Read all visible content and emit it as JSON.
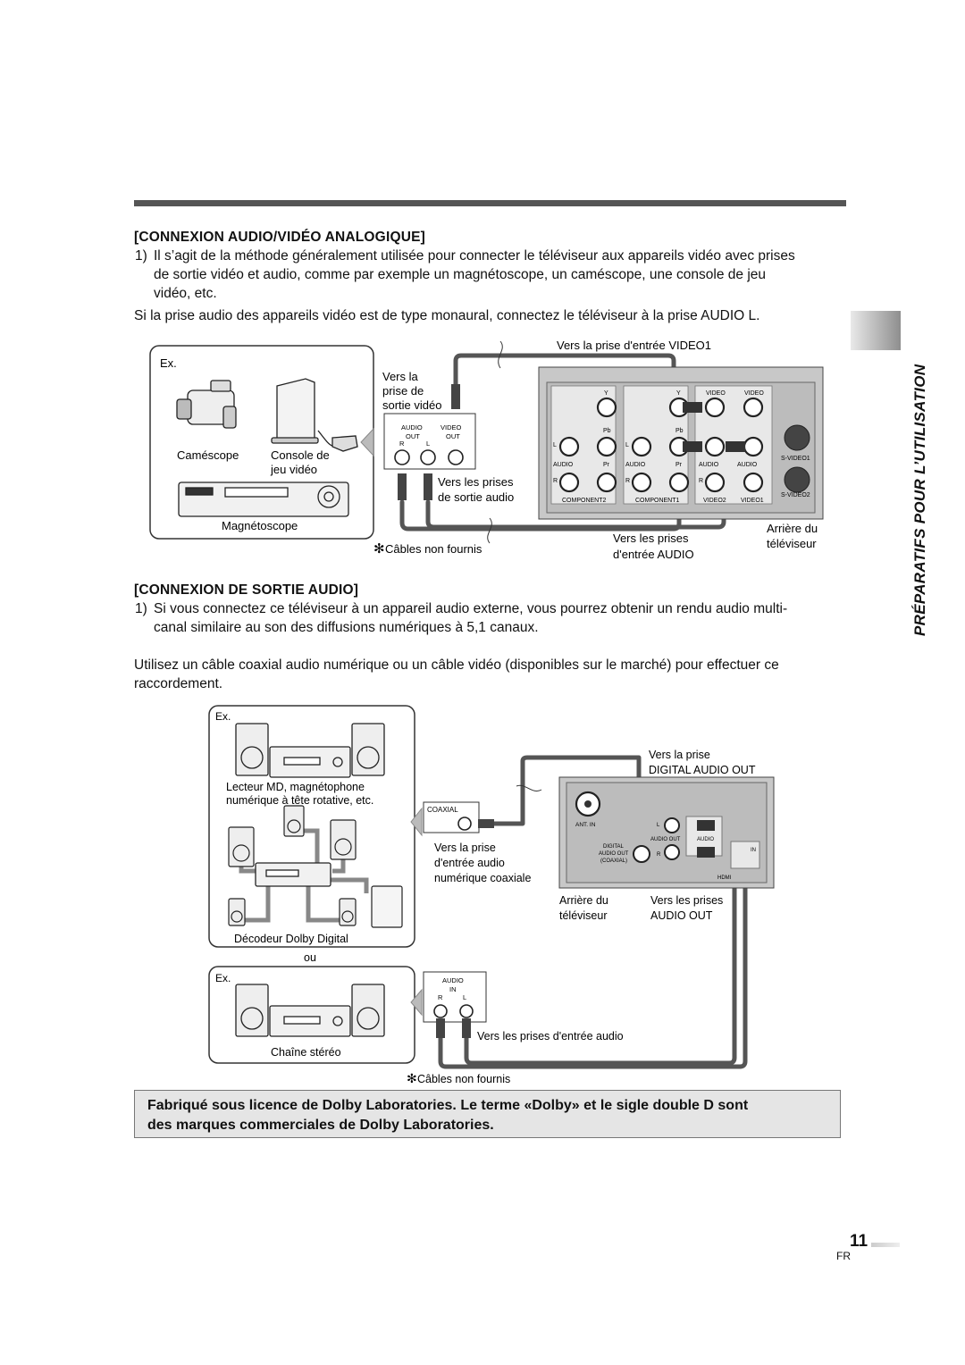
{
  "page": {
    "number": "11",
    "lang": "FR"
  },
  "side_title": "PRÉPARATIFS POUR L’UTILISATION",
  "section1": {
    "heading": "[CONNEXION AUDIO/VIDÉO ANALOGIQUE]",
    "item_num": "1)",
    "item_text_l1": "Il s’agit de la méthode généralement utilisée pour connecter le téléviseur aux appareils vidéo avec prises",
    "item_text_l2": "de sortie vidéo et audio, comme par exemple un magnétoscope, un caméscope, une console de jeu",
    "item_text_l3": "vidéo, etc.",
    "note": "Si la prise audio des appareils vidéo est de type monaural, connectez le téléviseur à la prise AUDIO L."
  },
  "diagram1": {
    "ex": "Ex.",
    "camescope": "Caméscope",
    "console_l1": "Console de",
    "console_l2": "jeu vidéo",
    "magnetoscope": "Magnétoscope",
    "vers_la": "Vers la",
    "prise_de": "prise de",
    "sortie_video": "sortie vidéo",
    "jack_audio": "AUDIO",
    "jack_video": "VIDEO",
    "jack_out1": "OUT",
    "jack_out2": "OUT",
    "jack_r": "R",
    "jack_l": "L",
    "vers_prises_l1": "Vers les prises",
    "vers_prises_l2": "de sortie audio",
    "cables": "Câbles non fournis",
    "entree_video1": "Vers la prise d'entrée VIDEO1",
    "entree_audio_l1": "Vers les prises",
    "entree_audio_l2": "d'entrée AUDIO",
    "arriere_l1": "Arrière du",
    "arriere_l2": "téléviseur",
    "panel": {
      "y": "Y",
      "pb": "Pb",
      "pr": "Pr",
      "video": "VIDEO",
      "audio": "AUDIO",
      "l": "L",
      "r": "R",
      "component2": "COMPONENT2",
      "component1": "COMPONENT1",
      "video2": "VIDEO2",
      "video1": "VIDEO1",
      "svideo1": "S-VIDEO1",
      "svideo2": "S-VIDEO2"
    }
  },
  "section2": {
    "heading": "[CONNEXION DE SORTIE AUDIO]",
    "item_num": "1)",
    "item_text_l1": "Si vous connectez ce téléviseur à un appareil audio externe, vous pourrez obtenir un rendu audio multi-",
    "item_text_l2": "canal similaire au son des diffusions numériques à 5,1 canaux.",
    "note_l1": "Utilisez un câble coaxial audio numérique ou un câble vidéo (disponibles sur le marché) pour effectuer ce",
    "note_l2": "raccordement."
  },
  "diagram2": {
    "ex1": "Ex.",
    "lecteur_l1": "Lecteur MD, magnétophone",
    "lecteur_l2": "numérique à tête rotative, etc.",
    "decodeur": "Décodeur Dolby Digital",
    "ou": "ou",
    "ex2": "Ex.",
    "chaine": "Chaîne stéréo",
    "coaxial": "COAXIAL",
    "coax_l1": "Vers la prise",
    "coax_l2": "d'entrée audio",
    "coax_l3": "numérique coaxiale",
    "dig_l1": "Vers la prise",
    "dig_l2": "DIGITAL AUDIO OUT",
    "arriere_l1": "Arrière du",
    "arriere_l2": "téléviseur",
    "audio_out_l1": "Vers les prises",
    "audio_out_l2": "AUDIO OUT",
    "audio_in": "AUDIO",
    "in": "IN",
    "r": "R",
    "l": "L",
    "prises_entree": "Vers les prises d'entrée audio",
    "cables": "Câbles non fournis",
    "panel": {
      "ant_in": "ANT. IN",
      "digital": "DIGITAL",
      "audio_out": "AUDIO OUT",
      "coaxial": "(COAXIAL)",
      "audio": "AUDIO",
      "l": "L",
      "r": "R",
      "hdmi": "HDMI",
      "in": "IN"
    }
  },
  "notice_l1": "Fabriqué sous licence de Dolby Laboratories. Le terme «Dolby» et le sigle double D sont",
  "notice_l2": "des marques commerciales de Dolby Laboratories."
}
